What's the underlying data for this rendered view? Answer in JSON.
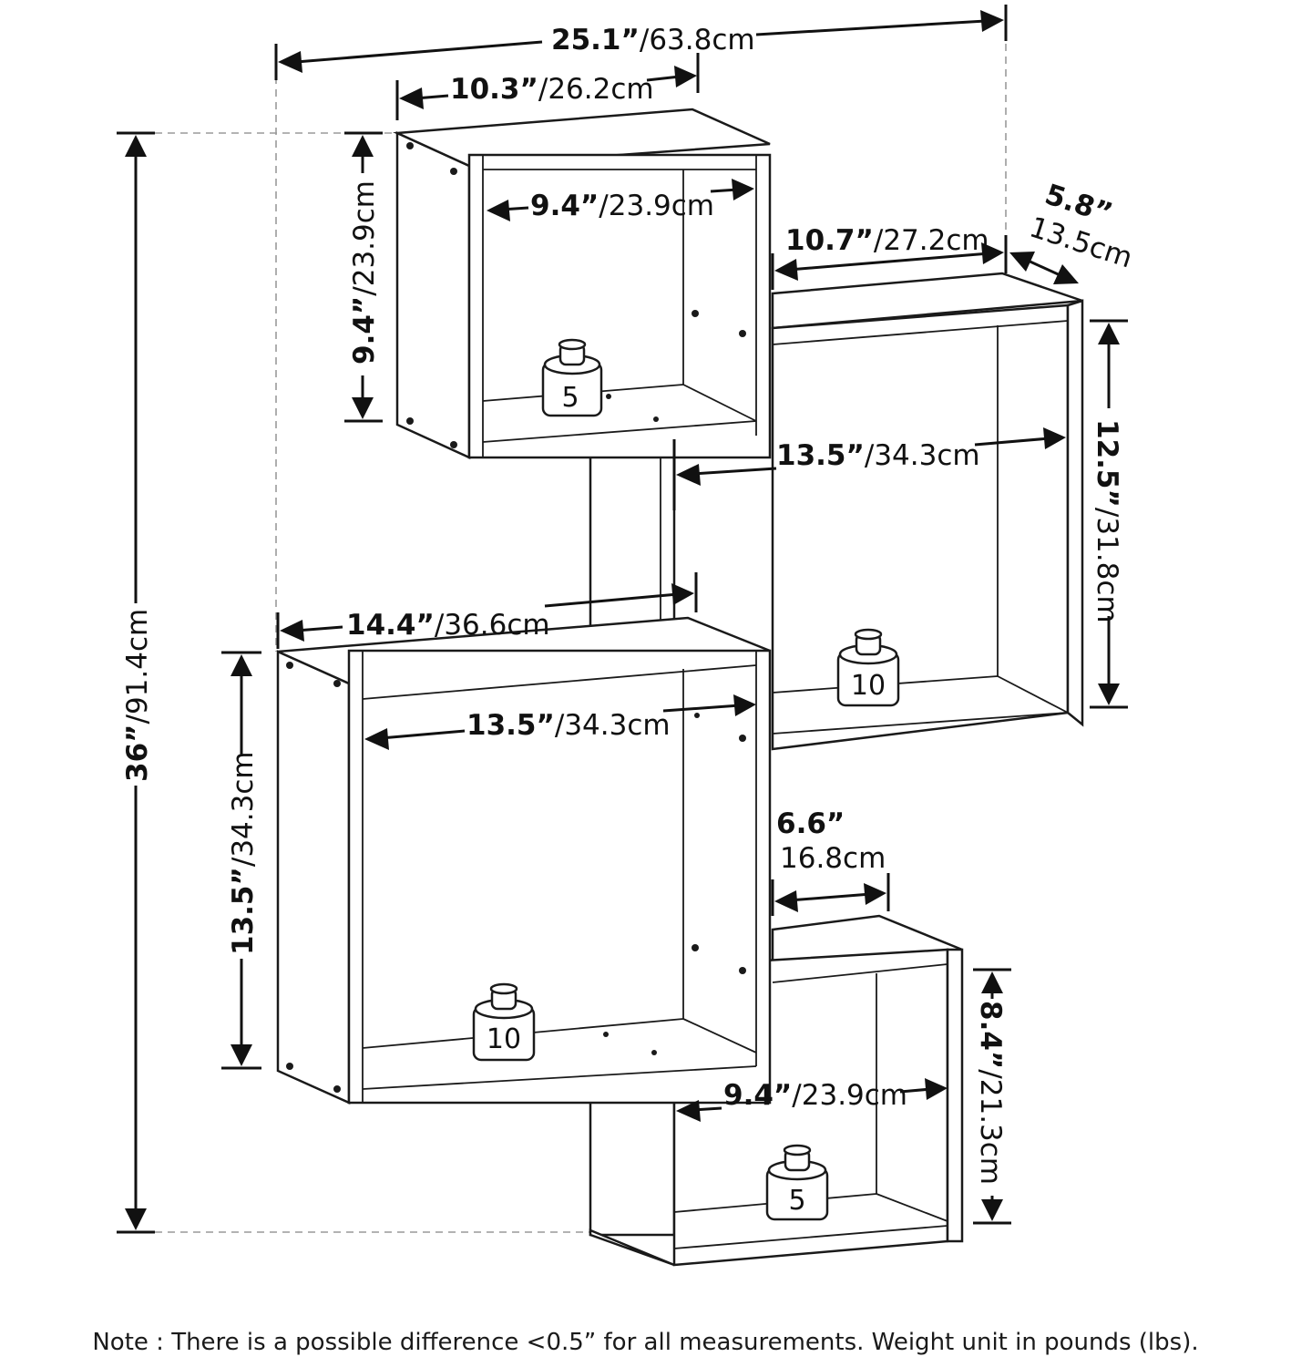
{
  "dimensions": {
    "overall_width": {
      "imperial": "25.1”",
      "metric": "/63.8cm"
    },
    "top_box_width": {
      "imperial": "10.3”",
      "metric": "/26.2cm"
    },
    "top_box_inner_width": {
      "imperial": "9.4”",
      "metric": "/23.9cm"
    },
    "top_box_inner_height": {
      "imperial": "9.4”",
      "metric": "/23.9cm"
    },
    "upper_right_shelf_width": {
      "imperial": "10.7”",
      "metric": "/27.2cm"
    },
    "depth": {
      "imperial": "5.8”",
      "metric": "13.5cm"
    },
    "right_box_inner_width": {
      "imperial": "13.5”",
      "metric": "/34.3cm"
    },
    "right_box_inner_height": {
      "imperial": "12.5”",
      "metric": "/31.8cm"
    },
    "big_box_width": {
      "imperial": "14.4”",
      "metric": "/36.6cm"
    },
    "big_box_inner_width": {
      "imperial": "13.5”",
      "metric": "/34.3cm"
    },
    "big_box_inner_height": {
      "imperial": "13.5”",
      "metric": "/34.3cm"
    },
    "overall_height": {
      "imperial": "36”",
      "metric": "/91.4cm"
    },
    "small_shelf_width": {
      "imperial": "6.6”",
      "metric": "16.8cm"
    },
    "bottom_box_inner_width": {
      "imperial": "9.4”",
      "metric": "/23.9cm"
    },
    "bottom_box_inner_height": {
      "imperial": "8.4”",
      "metric": "/21.3cm"
    }
  },
  "weights": {
    "top_box": "5",
    "right_box": "10",
    "big_box": "10",
    "bottom_box": "5"
  },
  "note": "Note : There is a possible difference <0.5” for all measurements. Weight unit in pounds (lbs)."
}
